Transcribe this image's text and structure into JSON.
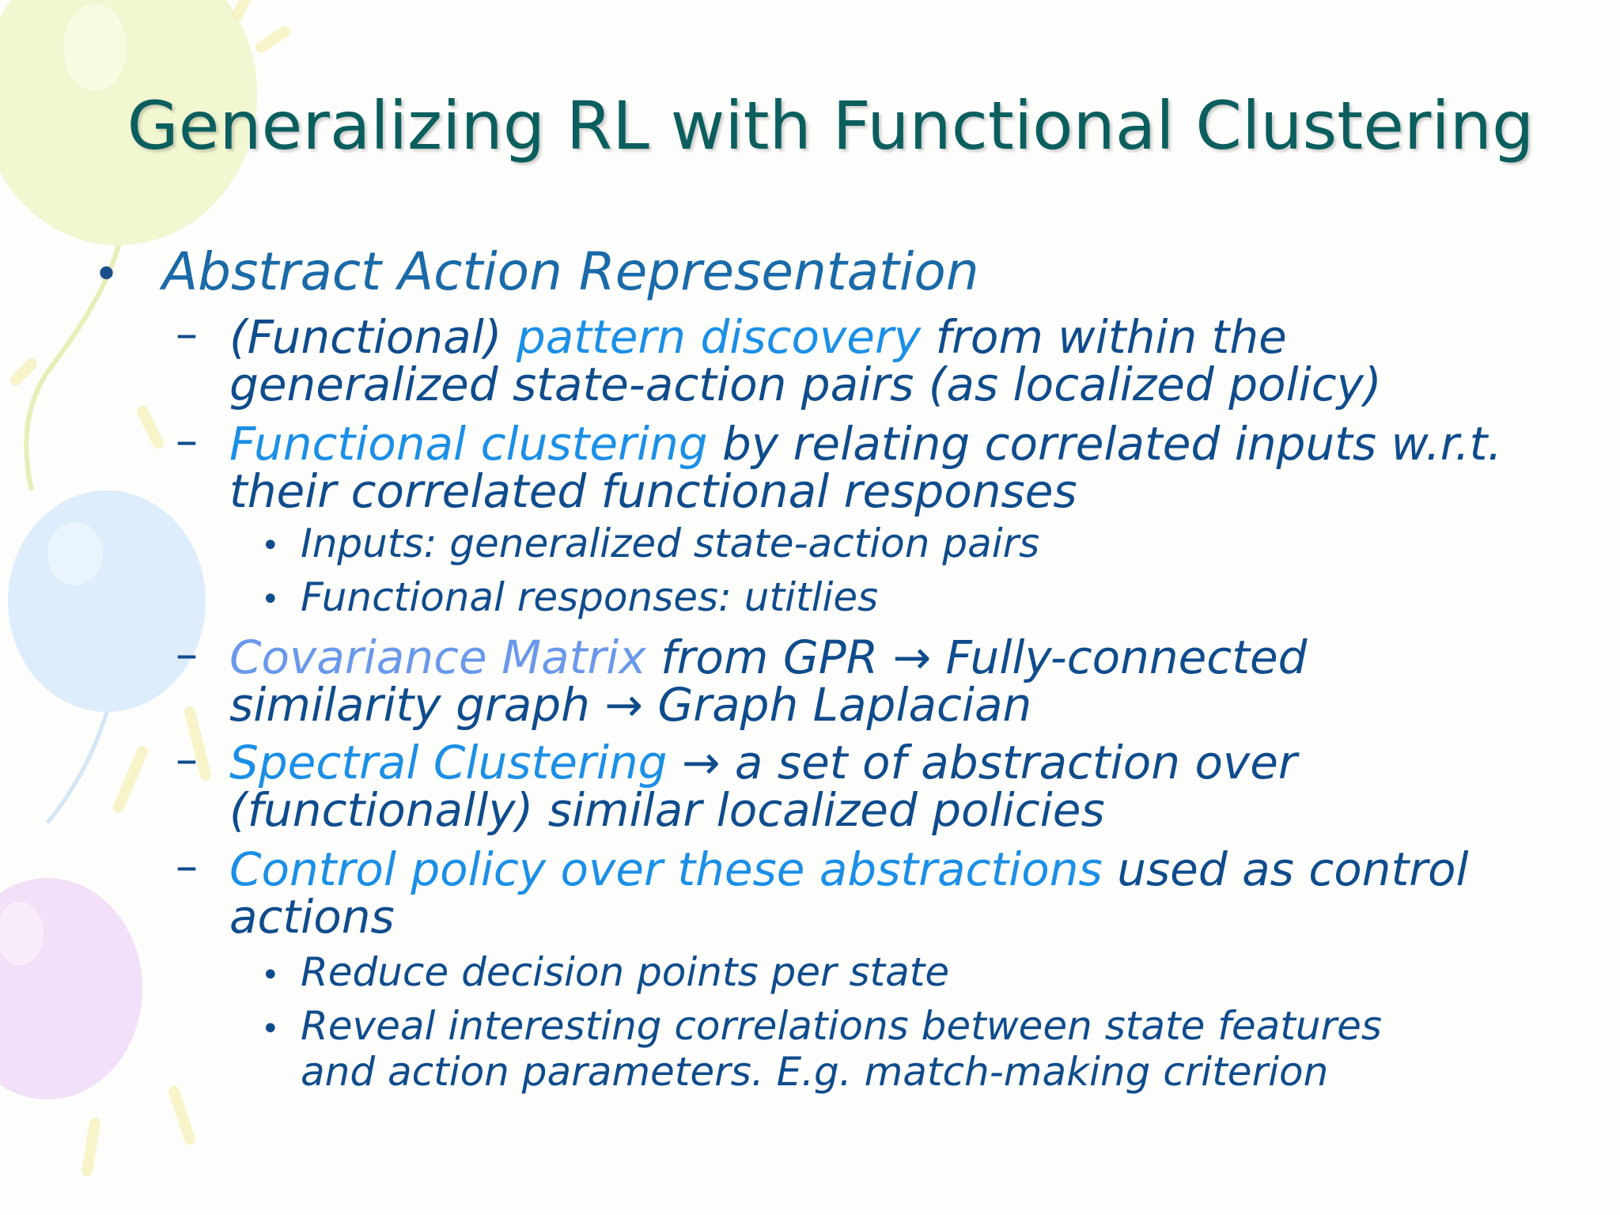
{
  "title": "Generalizing RL with Functional Clustering",
  "bullet": {
    "text": "Abstract Action Representation",
    "items": [
      {
        "lines": [
          [
            {
              "t": "(Functional) ",
              "s": "normal"
            },
            {
              "t": "pattern discovery",
              "s": "blue"
            },
            {
              "t": " from within the",
              "s": "normal"
            }
          ],
          [
            {
              "t": "generalized state-action pairs (as localized policy)",
              "s": "normal"
            }
          ]
        ]
      },
      {
        "lines": [
          [
            {
              "t": "Functional clustering",
              "s": "blue"
            },
            {
              "t": " by relating correlated inputs w.r.t.",
              "s": "normal"
            }
          ],
          [
            {
              "t": "their correlated functional responses",
              "s": "normal"
            }
          ]
        ],
        "subitems": [
          "Inputs: generalized state-action pairs",
          "Functional responses: utitlies"
        ]
      },
      {
        "lines": [
          [
            {
              "t": "Covariance Matrix",
              "s": "light"
            },
            {
              "t": " from GPR → Fully-connected",
              "s": "normal"
            }
          ],
          [
            {
              "t": "similarity graph → Graph Laplacian",
              "s": "normal"
            }
          ]
        ]
      },
      {
        "lines": [
          [
            {
              "t": "Spectral Clustering",
              "s": "blue"
            },
            {
              "t": " → a set of abstraction over",
              "s": "normal"
            }
          ],
          [
            {
              "t": "(functionally) similar localized policies",
              "s": "normal"
            }
          ]
        ]
      },
      {
        "lines": [
          [
            {
              "t": "Control policy over these abstractions",
              "s": "blue"
            },
            {
              "t": " used as control",
              "s": "normal"
            }
          ],
          [
            {
              "t": "actions",
              "s": "normal"
            }
          ]
        ],
        "subitems": [
          "Reduce decision points per state",
          "Reveal interesting correlations between state features and action parameters. E.g. match-making criterion"
        ]
      }
    ]
  },
  "colors": {
    "title": "#0b5e5e",
    "body": "#0f4c8c",
    "highlight": "#1b8fe6",
    "highlight_light": "#6a98ea"
  }
}
